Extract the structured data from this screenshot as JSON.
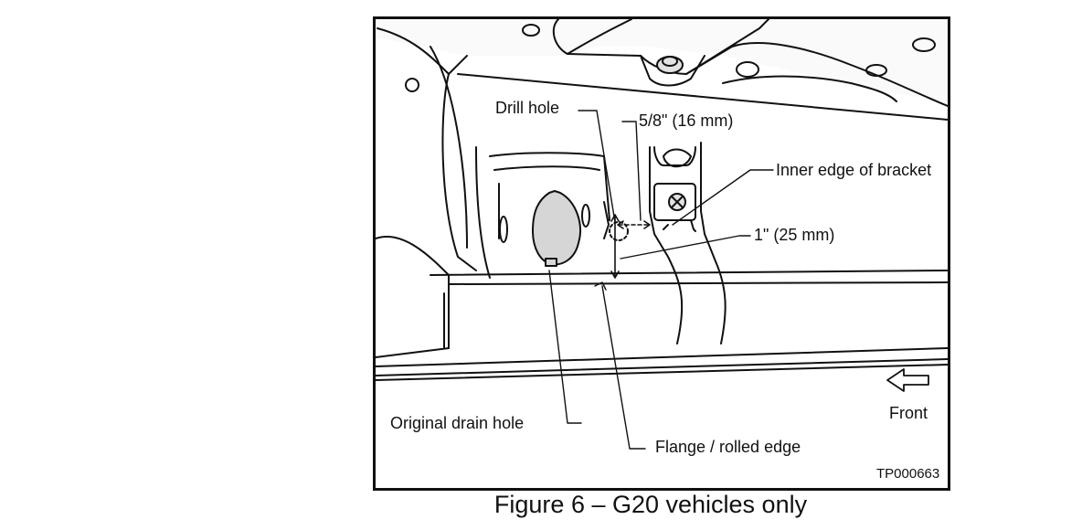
{
  "figure": {
    "labels": {
      "drill_hole": "Drill hole",
      "offset_bracket": "5/8\" (16 mm)",
      "inner_edge": "Inner edge of bracket",
      "offset_flange": "1\" (25 mm)",
      "original_drain_hole": "Original drain hole",
      "flange": "Flange / rolled edge",
      "front": "Front"
    },
    "id": "TP000663",
    "caption": "Figure 6 – G20 vehicles only"
  }
}
